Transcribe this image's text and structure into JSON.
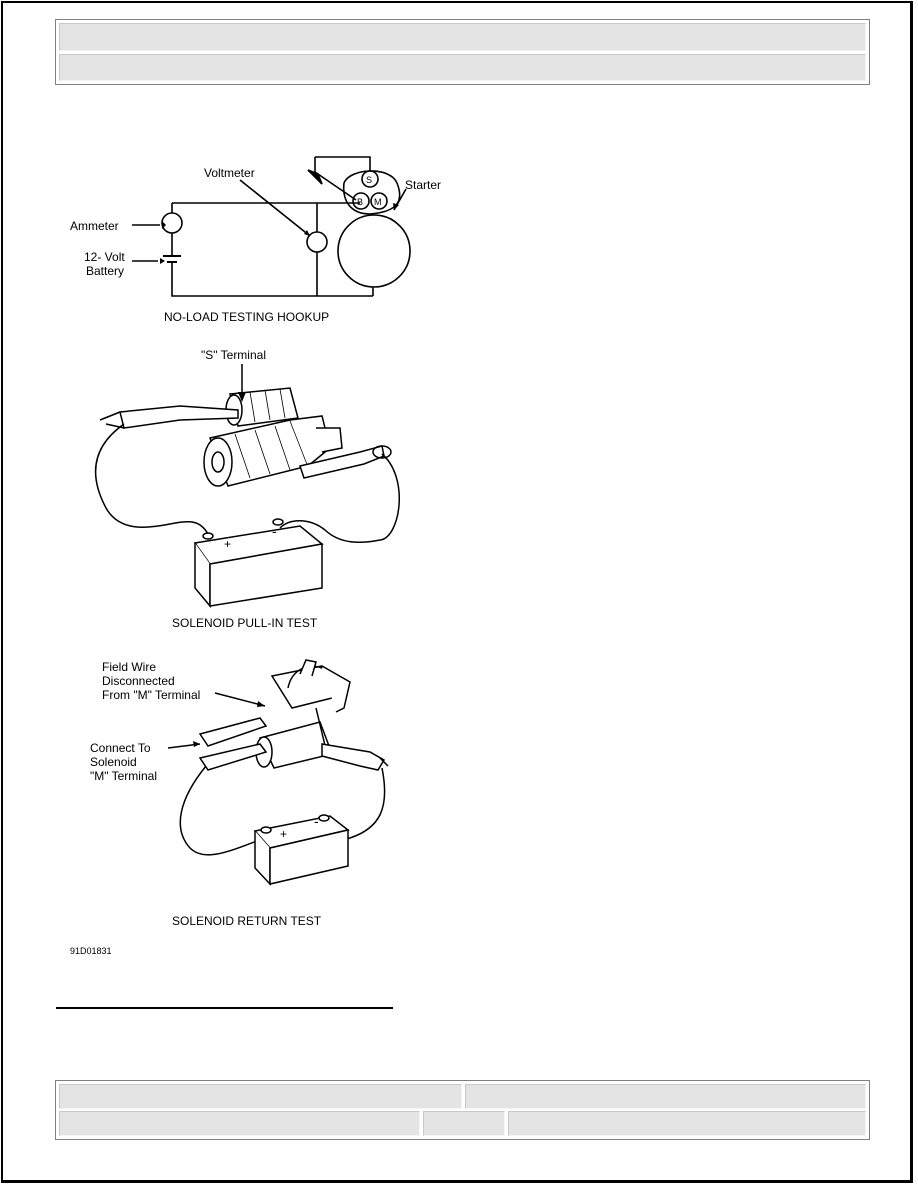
{
  "header": {
    "row1": "",
    "row2": ""
  },
  "figure": {
    "labels": {
      "voltmeter": "Voltmeter",
      "starter": "Starter",
      "ammeter": "Ammeter",
      "battery_l1": "12- Volt",
      "battery_l2": "Battery",
      "term_s": "S",
      "term_b": "B",
      "term_m": "M",
      "s_terminal": "\"S\" Terminal",
      "plus": "+",
      "minus": "-",
      "field_wire_l1": "Field Wire",
      "field_wire_l2": "Disconnected",
      "field_wire_l3": "From \"M\" Terminal",
      "connect_l1": "Connect To",
      "connect_l2": "Solenoid",
      "connect_l3": "\"M\" Terminal"
    },
    "captions": {
      "no_load": "NO-LOAD TESTING HOOKUP",
      "pull_in": "SOLENOID PULL-IN TEST",
      "return": "SOLENOID RETURN TEST"
    },
    "figure_id": "91D01831"
  },
  "footer": {
    "r1c1": "",
    "r1c2": "",
    "r2c1": "",
    "r2c2": "",
    "r2c3": ""
  }
}
